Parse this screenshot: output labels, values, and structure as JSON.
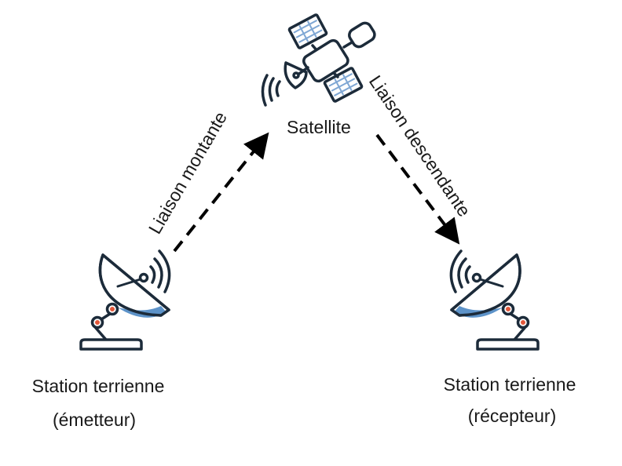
{
  "diagram": {
    "satellite_label": "Satellite",
    "uplink_label": "Liaison montante",
    "downlink_label": "Liaison descendante",
    "transmitter": {
      "line1": "Station terrienne",
      "line2": "(émetteur)"
    },
    "receiver": {
      "line1": "Station terrienne",
      "line2": "(récepteur)"
    }
  },
  "colors": {
    "outline": "#1c2b3a",
    "dish_fill": "#5d93c9",
    "joint": "#e2573a",
    "panel": "#cfe0f2",
    "arrow": "#000000"
  },
  "icons": [
    "satellite-icon",
    "satellite-dish-icon",
    "signal-waves-icon"
  ]
}
